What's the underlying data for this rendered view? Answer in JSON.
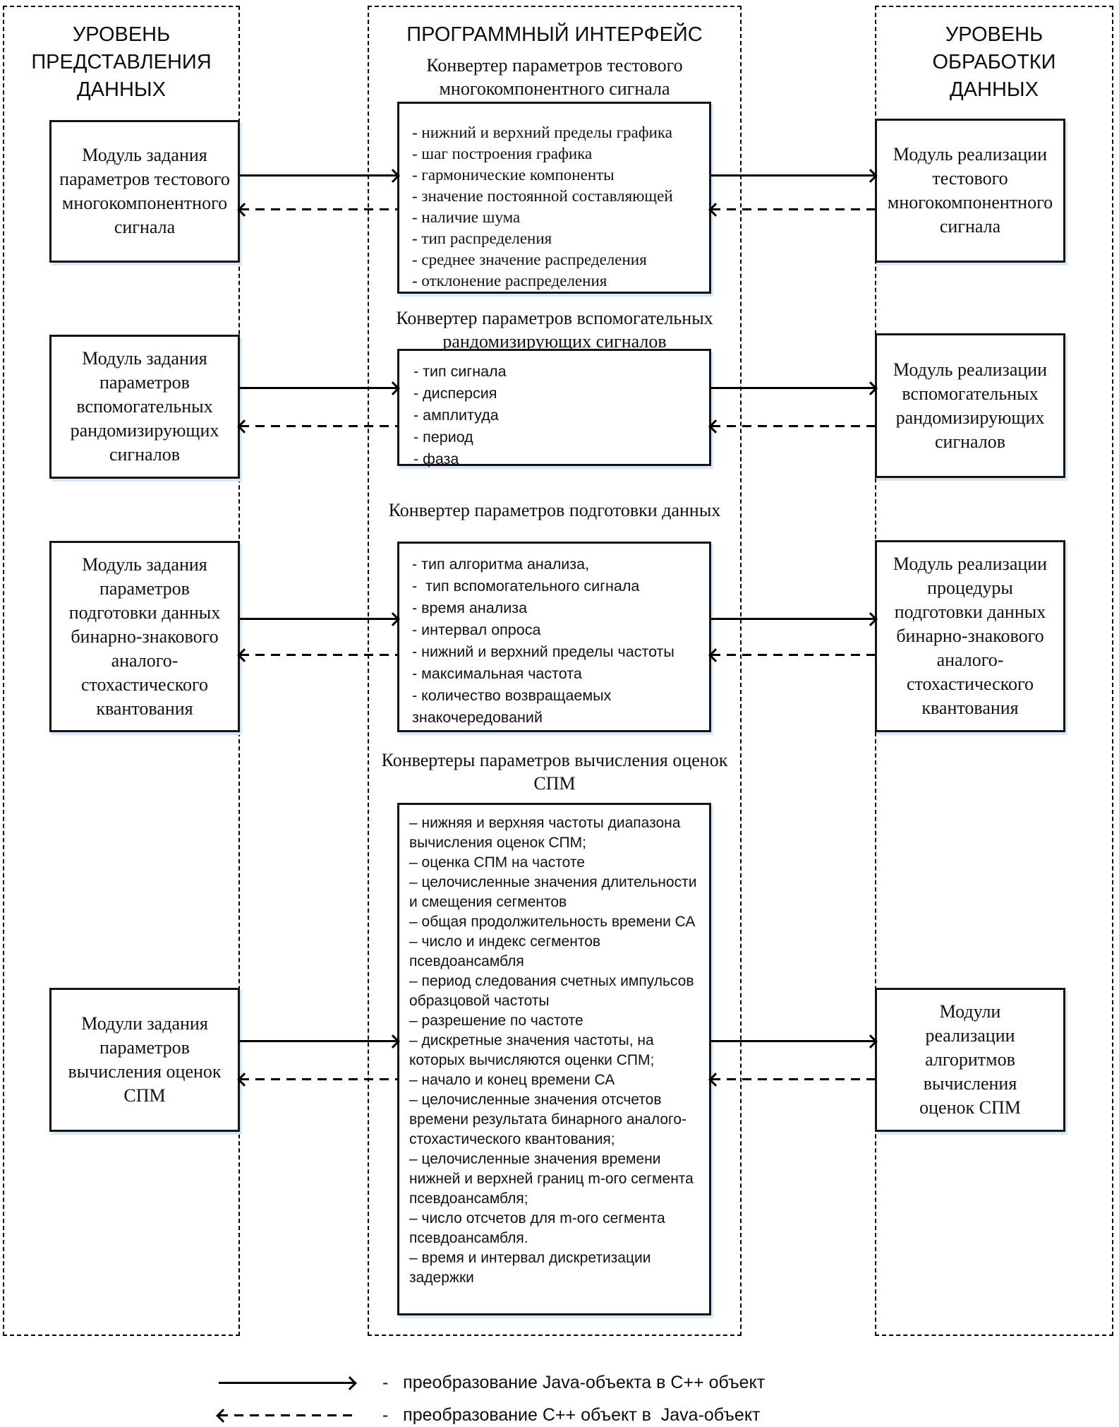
{
  "columns": {
    "left": {
      "header": "УРОВЕНЬ ПРЕДСТАВЛЕНИЯ ДАННЫХ"
    },
    "middle": {
      "header": "ПРОГРАММНЫЙ ИНТЕРФЕЙС"
    },
    "right": {
      "header": "УРОВЕНЬ ОБРАБОТКИ ДАННЫХ"
    }
  },
  "rows": [
    {
      "left_module": "Модуль задания параметров тестового многокомпонентного сигнала",
      "converter_title": "Конвертер параметров тестового многокомпонентного  сигнала",
      "converter_items": [
        "- нижний и верхний пределы графика",
        "- шаг построения графика",
        "- гармонические компоненты",
        "- значение постоянной составляющей",
        "- наличие шума",
        "- тип распределения",
        "- среднее значение распределения",
        "- отклонение распределения"
      ],
      "right_module": "Модуль реализации тестового многокомпонентного сигнала"
    },
    {
      "left_module": "Модуль задания параметров вспомогательных рандомизирующих сигналов",
      "converter_title": "Конвертер параметров вспомогательных рандомизирующих  сигналов",
      "converter_items": [
        "- тип сигнала",
        "- дисперсия",
        "- амплитуда",
        "- период",
        "- фаза"
      ],
      "right_module": "Модуль реализации вспомогательных рандомизирующих сигналов"
    },
    {
      "left_module": "Модуль задания параметров подготовки данных бинарно-знакового аналого-стохастического квантования",
      "converter_title": "Конвертер параметров подготовки данных",
      "converter_items": [
        "- тип алгоритма анализа,",
        "-  тип вспомогательного сигнала",
        "- время анализа",
        "- интервал опроса",
        "- нижний и верхний пределы частоты",
        "- максимальная частота",
        "- количество возвращаемых знакочередований"
      ],
      "right_module": "Модуль реализации процедуры подготовки данных бинарно-знакового аналого-стохастического квантования"
    },
    {
      "left_module": "Модули задания параметров вычисления оценок СПМ",
      "converter_title": "Конвертеры параметров вычисления оценок СПМ",
      "converter_items": [
        "– нижняя и верхняя частоты диапазона вычисления оценок СПМ;",
        "– оценка СПМ на частоте",
        "– целочисленные значения длительности и смещения сегментов",
        "– общая продолжительность времени СА",
        "– число и индекс сегментов псевдоансамбля",
        "– период следования счетных импульсов образцовой частоты",
        "– разрешение по частоте",
        "– дискретные значения частоты, на которых вычисляются оценки СПМ;",
        "– начало и конец времени СА",
        "– целочисленные значения отсчетов времени результата бинарного аналого-стохастического квантования;",
        "– целочисленные значения времени нижней и верхней границ m-ого сегмента псевдоансамбля;",
        "– число отсчетов для m-ого сегмента псевдоансамбля.",
        "– время и интервал дискретизации задержки"
      ],
      "right_module": "Модули реализации алгоритмов вычисления оценок СПМ"
    }
  ],
  "legend": [
    {
      "arrow": "solid-right",
      "label": "-   преобразование Java-объекта в C++ объект"
    },
    {
      "arrow": "dashed-left",
      "label": "-   преобразование C++ объект в  Java-объект"
    }
  ]
}
